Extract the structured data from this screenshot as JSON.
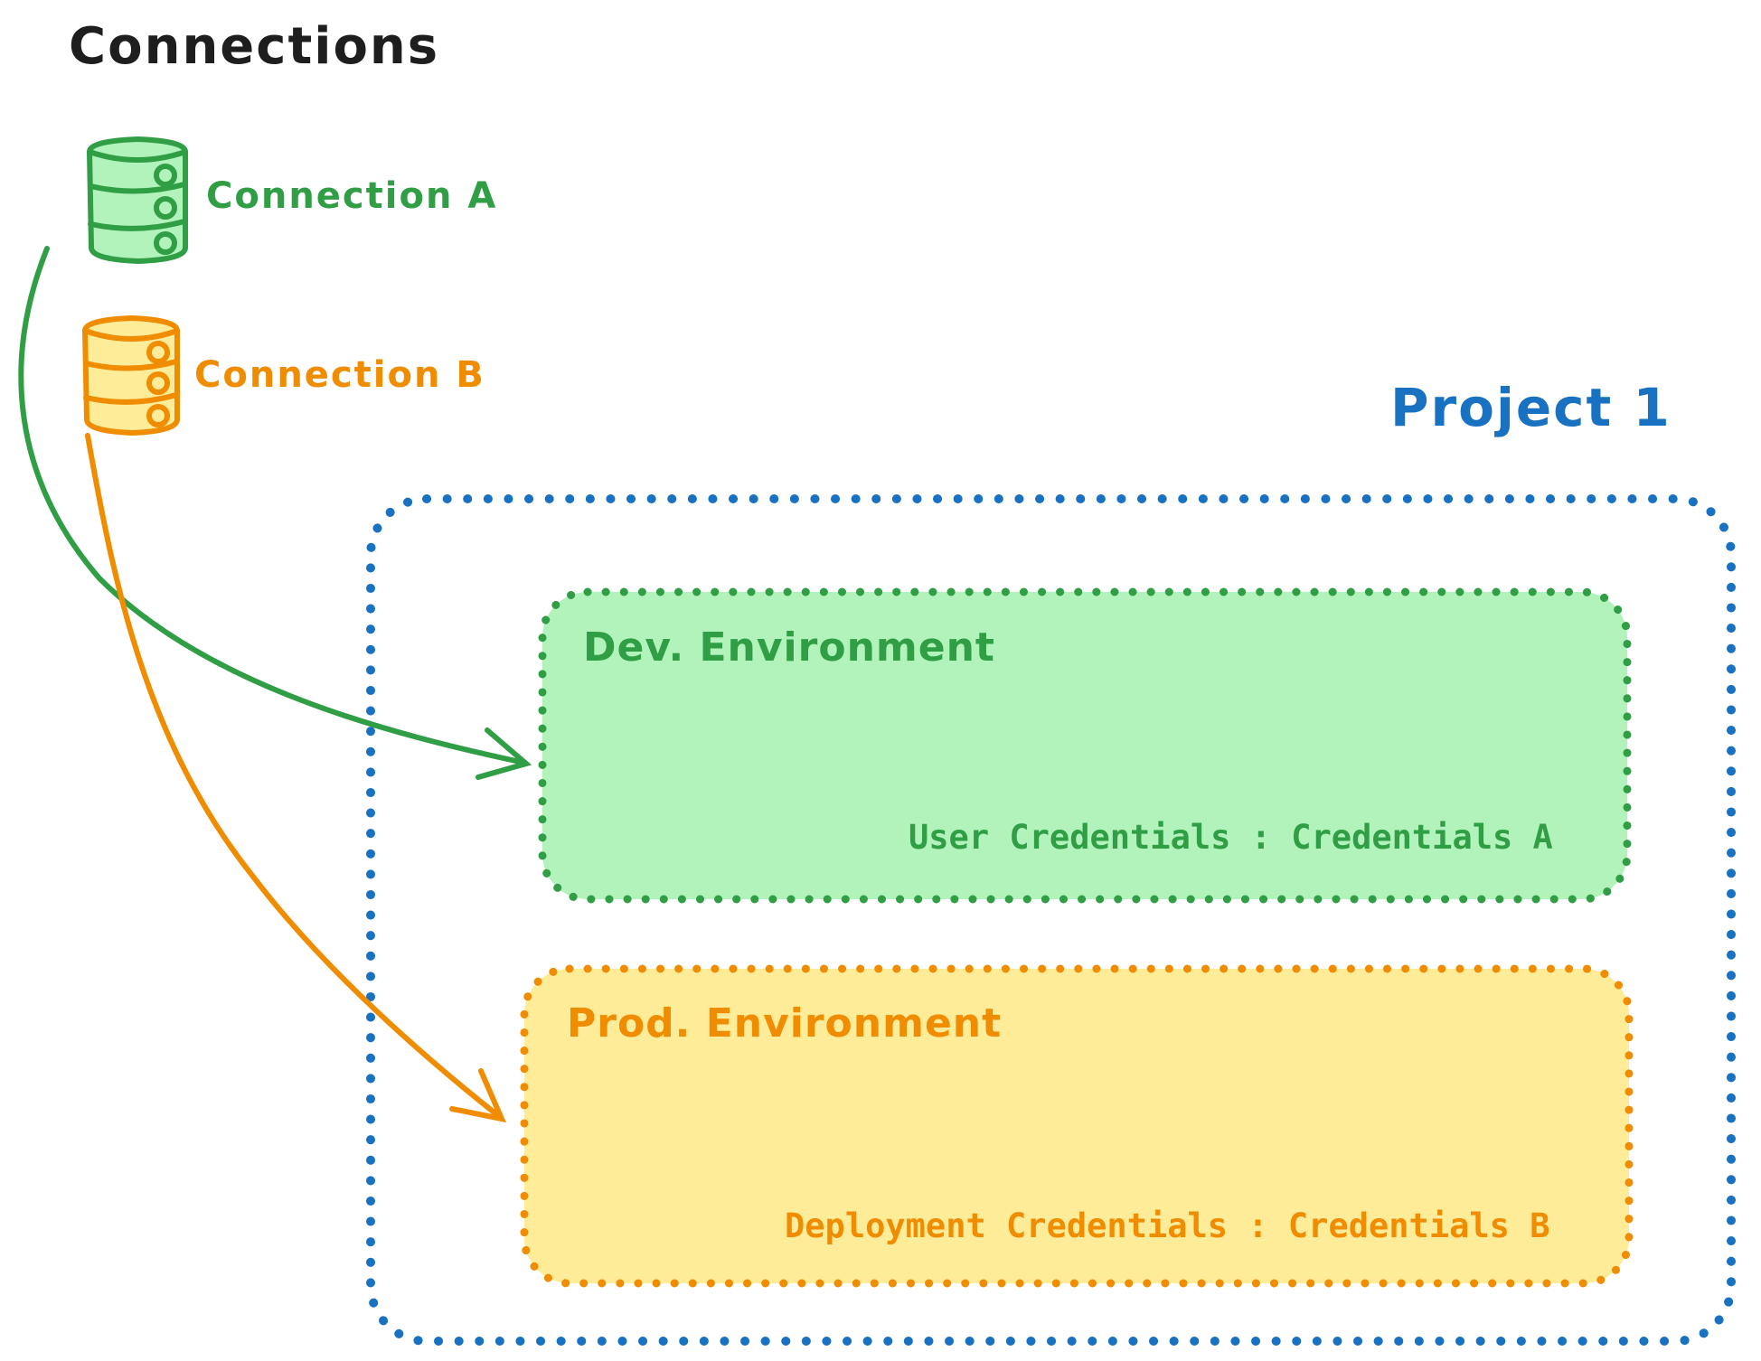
{
  "title": "Connections",
  "palette": {
    "black": "#1e1e1e",
    "blue": "#1971c2",
    "green": "#2f9e44",
    "green_fill": "#b2f2bb",
    "orange": "#f08c00",
    "orange_fill": "#ffec99",
    "background": "#ffffff"
  },
  "connections": [
    {
      "label": "Connection A",
      "icon": "database-icon",
      "color": "#2f9e44",
      "fill": "#b2f2bb"
    },
    {
      "label": "Connection B",
      "icon": "database-icon",
      "color": "#f08c00",
      "fill": "#ffec99"
    }
  ],
  "project": {
    "label": "Project 1",
    "border_style": "dotted",
    "color": "#1971c2",
    "environments": [
      {
        "name": "Dev. Environment",
        "credentials": "User Credentials : Credentials A",
        "color": "#2f9e44",
        "fill": "#b2f2bb",
        "border_style": "dotted"
      },
      {
        "name": "Prod. Environment",
        "credentials": "Deployment Credentials : Credentials B",
        "color": "#f08c00",
        "fill": "#ffec99",
        "border_style": "dotted"
      }
    ]
  },
  "arrows": [
    {
      "from": "Connection A",
      "to": "Dev. Environment",
      "color": "#2f9e44"
    },
    {
      "from": "Connection B",
      "to": "Prod. Environment",
      "color": "#f08c00"
    }
  ]
}
